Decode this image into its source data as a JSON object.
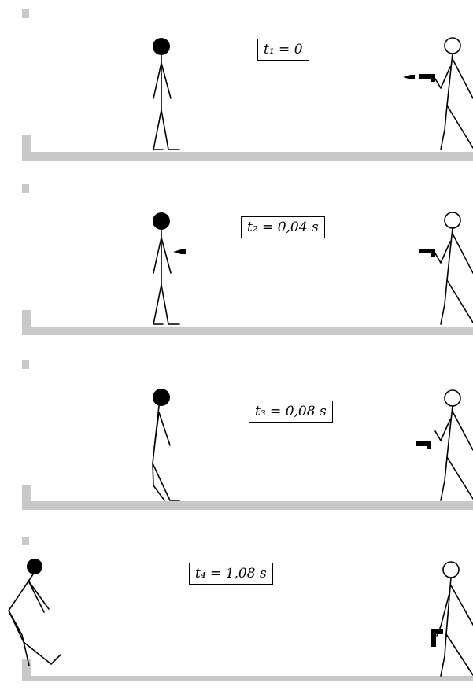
{
  "panels": [
    {
      "time_label": "t₁ = 0"
    },
    {
      "time_label": "t₂ = 0,04 s"
    },
    {
      "time_label": "t₃ = 0,08 s"
    },
    {
      "time_label": "t₄ = 1,08 s"
    }
  ]
}
